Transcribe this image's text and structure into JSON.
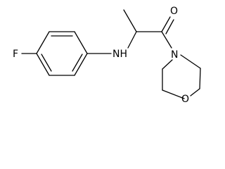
{
  "molecule": {
    "atoms": {
      "fluorine": "F",
      "amine": "NH",
      "carbonyl_oxygen": "O",
      "morpholine_nitrogen": "N",
      "morpholine_oxygen": "O"
    }
  }
}
